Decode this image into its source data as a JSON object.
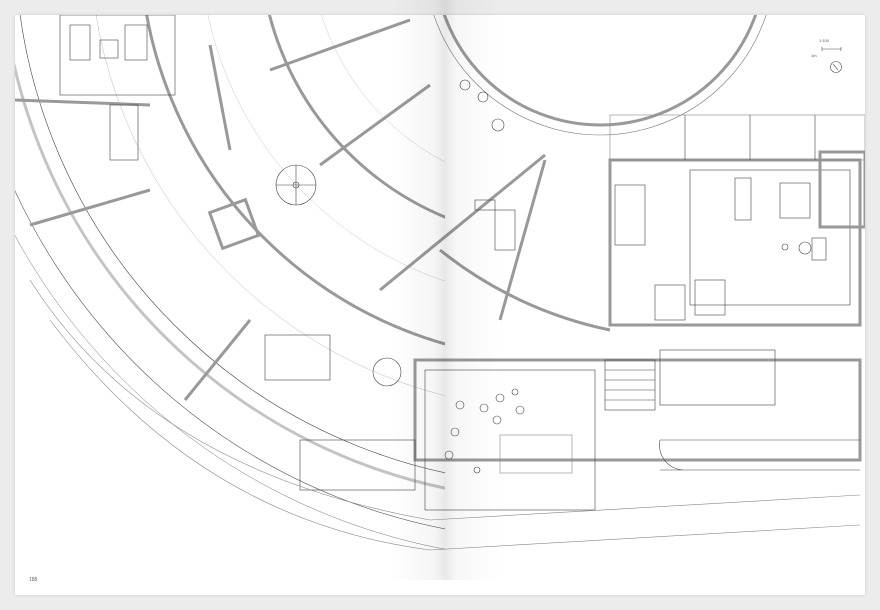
{
  "drawing": {
    "scale": "1:100",
    "scale_bar_unit": "1m",
    "north_arrow": "north-arrow-icon"
  },
  "page": {
    "number": "188"
  }
}
